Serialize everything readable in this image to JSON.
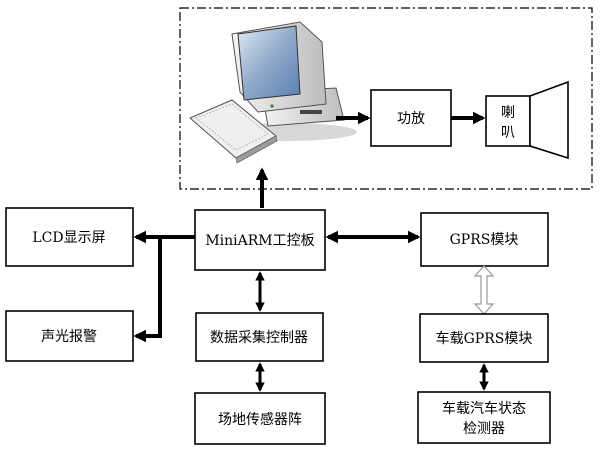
{
  "nodes": {
    "miniarm": "MiniARM工控板",
    "lcd": "LCD显示屏",
    "alarm": "声光报警",
    "gprs": "GPRS模块",
    "daq": "数据采集控制器",
    "vehicle_gprs": "车载GPRS模块",
    "field_sensors": "场地传感器阵",
    "vehicle_detector_line1": "车载汽车状态",
    "vehicle_detector_line2": "检测器",
    "amplifier": "功放",
    "speaker_line1": "喇",
    "speaker_line2": "叭"
  },
  "icons": {
    "computer": "desktop-computer-icon",
    "speaker": "speaker-horn-icon"
  },
  "colors": {
    "line": "#000000",
    "wireless_link": "#9a9a9a",
    "monitor_screen": "#5a7fb0"
  }
}
